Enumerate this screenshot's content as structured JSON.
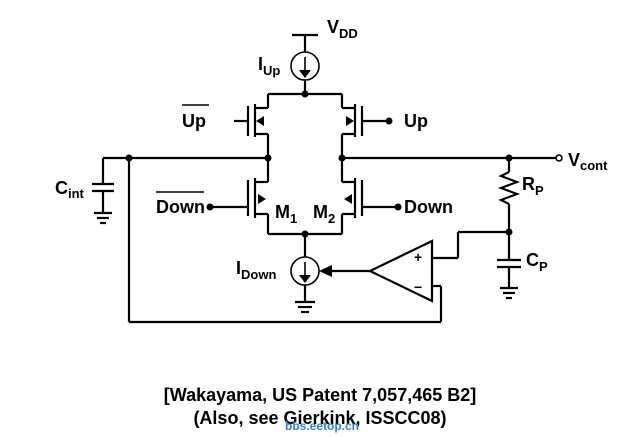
{
  "labels": {
    "vdd_main": "V",
    "vdd_sub": "DD",
    "iup_main": "I",
    "iup_sub": "Up",
    "up_bar": "Up",
    "up": "Up",
    "vcont_main": "V",
    "vcont_sub": "cont",
    "cint_main": "C",
    "cint_sub": "int",
    "rp_main": "R",
    "rp_sub": "P",
    "cp_main": "C",
    "cp_sub": "P",
    "down_bar": "Down",
    "down": "Down",
    "m1_main": "M",
    "m1_sub": "1",
    "m2_main": "M",
    "m2_sub": "2",
    "idown_main": "I",
    "idown_sub": "Down",
    "opamp_plus": "+",
    "opamp_minus": "−"
  },
  "caption": {
    "line1": "[Wakayama, US Patent 7,057,465 B2]",
    "line2": "(Also, see Gierkink, ISSCC08)"
  },
  "watermark": "bbs.eetop.cn",
  "colors": {
    "ink": "#000000",
    "background": "#ffffff",
    "watermark": "#3a7fd0"
  }
}
